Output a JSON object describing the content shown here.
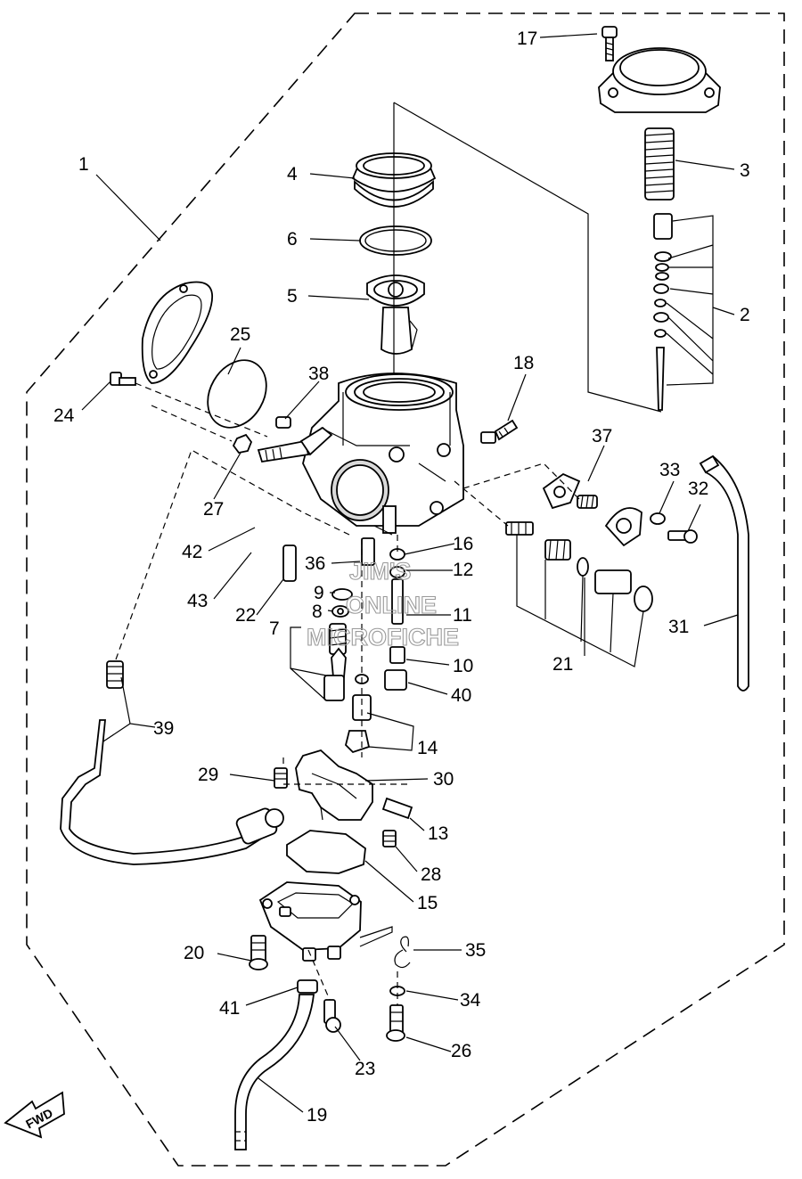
{
  "callouts": {
    "c1": "1",
    "c2": "2",
    "c3": "3",
    "c4": "4",
    "c5": "5",
    "c6": "6",
    "c7": "7",
    "c8": "8",
    "c9": "9",
    "c10": "10",
    "c11": "11",
    "c12": "12",
    "c13": "13",
    "c14": "14",
    "c15": "15",
    "c16": "16",
    "c17": "17",
    "c18": "18",
    "c19": "19",
    "c20": "20",
    "c21": "21",
    "c22": "22",
    "c23": "23",
    "c24": "24",
    "c25": "25",
    "c26": "26",
    "c27": "27",
    "c28": "28",
    "c29": "29",
    "c30": "30",
    "c31": "31",
    "c32": "32",
    "c33": "33",
    "c34": "34",
    "c35": "35",
    "c36": "36",
    "c37": "37",
    "c38": "38",
    "c39": "39",
    "c40": "40",
    "c41": "41",
    "c42": "42",
    "c43": "43"
  },
  "watermark": {
    "line1": "JIM'S",
    "line2": "ONLINE",
    "line3": "MICROFICHE"
  },
  "fwd_arrow": {
    "label": "FWD",
    "icon": "forward-arrow-icon"
  }
}
